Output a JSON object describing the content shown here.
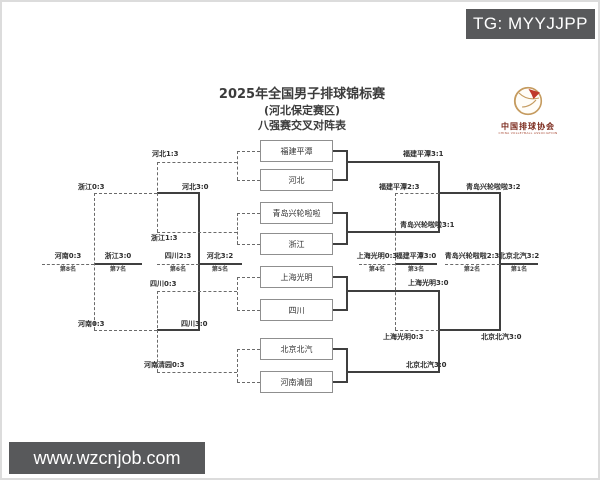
{
  "banners": {
    "top_right": "TG: MYYJJPP",
    "bottom_left": "www.wzcnjob.com"
  },
  "title": {
    "line1": "2025年全国男子排球锦标赛",
    "line2": "(河北保定赛区)",
    "line3": "八强赛交叉对阵表"
  },
  "logo": {
    "name_cn": "中国排球协会",
    "name_en": "CHINA VOLLEYBALL ASSOCIATION"
  },
  "teams": [
    "福建平潭",
    "河北",
    "青岛兴轮啦啦",
    "浙江",
    "上海光明",
    "四川",
    "北京北汽",
    "河南清园"
  ],
  "scores": {
    "qf1_winner": "福建平潭3:1",
    "qf2_winner": "青岛兴轮啦啦3:1",
    "qf3_winner": "上海光明3:0",
    "qf4_winner": "北京北汽3:0",
    "qf1_loser": "河北1:3",
    "qf2_loser": "浙江1:3",
    "qf3_loser": "四川0:3",
    "qf4_loser": "河南清园0:3",
    "sf1_winner": "青岛兴轮啦啦3:2",
    "sf1_loser": "福建平潭2:3",
    "sf2_winner": "北京北汽3:0",
    "sf2_loser": "上海光明0:3",
    "csfA_winner": "河北3:0",
    "csfA_loser": "浙江0:3",
    "csfB_winner": "四川3:0",
    "csfB_loser": "河南0:3"
  },
  "placements": [
    {
      "rank": "第1名",
      "result": "北京北汽3:2"
    },
    {
      "rank": "第2名",
      "result": "青岛兴轮啦啦2:3"
    },
    {
      "rank": "第3名",
      "result": "福建平潭3:0"
    },
    {
      "rank": "第4名",
      "result": "上海光明0:3"
    },
    {
      "rank": "第5名",
      "result": "河北3:2"
    },
    {
      "rank": "第6名",
      "result": "四川2:3"
    },
    {
      "rank": "第7名",
      "result": "浙江3:0"
    },
    {
      "rank": "第8名",
      "result": "河南0:3"
    }
  ],
  "colors": {
    "banner_bg": "#58595b",
    "line": "#3f3f3f",
    "logo_red": "#c0392b",
    "logo_gold": "#c59b5f"
  }
}
